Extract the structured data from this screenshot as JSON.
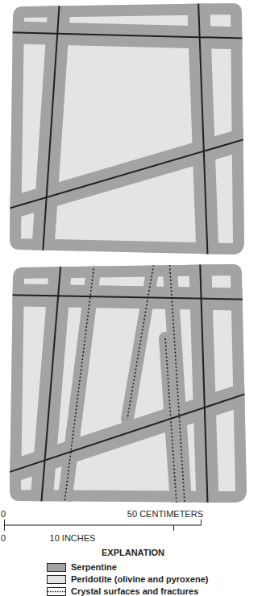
{
  "diagram": {
    "labels": [
      "0",
      "50 CENTIMETERS",
      "0",
      "10 INCHES",
      "EXPLANATION"
    ],
    "legend": [
      {
        "text": "Serpentine",
        "color": "#a3a3a3"
      },
      {
        "text": "Peridotite (olivine and pyroxene)",
        "color": "#e4e4e4"
      },
      {
        "text": "Crystal surfaces and fractures"
      }
    ]
  }
}
